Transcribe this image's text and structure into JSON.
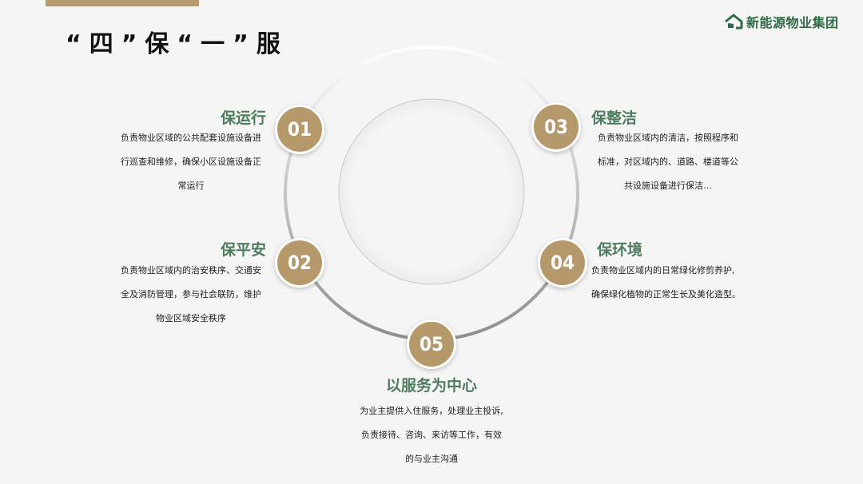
{
  "page": {
    "title": "“四”保“一”服"
  },
  "logo": {
    "text": "新能源物业集团",
    "icon": "house-leaf-icon",
    "color": "#2f6b45"
  },
  "colors": {
    "accent": "#b5996a",
    "title_green": "#4f7c5f",
    "background": "#f5f5f6"
  },
  "sections": [
    {
      "number": "01",
      "title": "保运行",
      "lines": [
        "负责物业区域的公共配套设施设备进",
        "行巡查和维修，确保小区设施设备正",
        "常运行"
      ]
    },
    {
      "number": "02",
      "title": "保平安",
      "lines": [
        "负责物业区域内的治安秩序、交通安",
        "全及消防管理，参与社会联防，维护",
        "物业区域安全秩序"
      ]
    },
    {
      "number": "03",
      "title": "保整洁",
      "lines": [
        "负责物业区域内的清洁，按照程序和",
        "标准，对区域内的、道路、楼道等公",
        "共设施设备进行保洁…"
      ]
    },
    {
      "number": "04",
      "title": "保环境",
      "lines": [
        "负责物业区域内的日常绿化修剪养护,",
        "确保绿化植物的正常生长及美化造型。"
      ]
    },
    {
      "number": "05",
      "title": "以服务为中心",
      "lines": [
        "为业主提供入住服务，处理业主投诉,",
        "负责接待、咨询、来访等工作，有效",
        "的与业主沟通"
      ]
    }
  ]
}
